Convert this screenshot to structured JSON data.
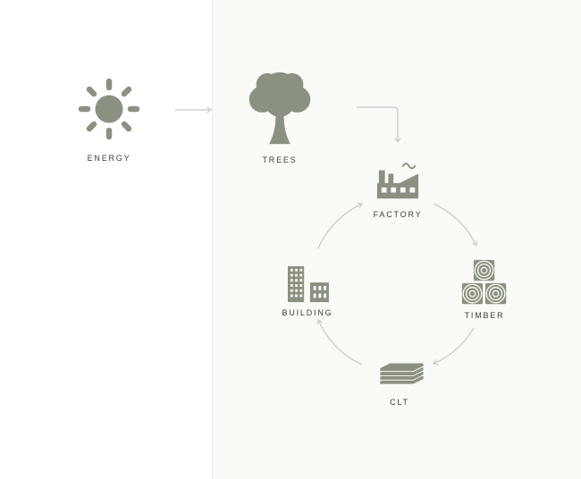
{
  "palette": {
    "icon_color": "#8a9180",
    "label_color": "#3d3d38",
    "arrow_color": "#cdcdcd",
    "panel_bg": "#fafaf6",
    "divider": "#ecebe6"
  },
  "diagram": {
    "nodes": [
      {
        "id": "energy",
        "label": "ENERGY",
        "icon": "sun-icon"
      },
      {
        "id": "trees",
        "label": "TREES",
        "icon": "tree-icon"
      },
      {
        "id": "factory",
        "label": "FACTORY",
        "icon": "factory-icon"
      },
      {
        "id": "timber",
        "label": "TIMBER",
        "icon": "timber-stack-icon"
      },
      {
        "id": "clt",
        "label": "CLT",
        "icon": "clt-panels-icon"
      },
      {
        "id": "building",
        "label": "BUILDING",
        "icon": "buildings-icon"
      }
    ],
    "edges": [
      {
        "from": "ENERGY",
        "to": "TREES",
        "style": "straight-arrow"
      },
      {
        "from": "TREES",
        "to": "FACTORY",
        "style": "elbow-arrow"
      },
      {
        "from": "FACTORY",
        "to": "TIMBER",
        "style": "arc-arrow"
      },
      {
        "from": "TIMBER",
        "to": "CLT",
        "style": "arc-arrow"
      },
      {
        "from": "CLT",
        "to": "BUILDING",
        "style": "arc-arrow"
      },
      {
        "from": "BUILDING",
        "to": "FACTORY",
        "style": "arc-arrow"
      }
    ],
    "cycle": [
      "FACTORY",
      "TIMBER",
      "CLT",
      "BUILDING"
    ]
  }
}
